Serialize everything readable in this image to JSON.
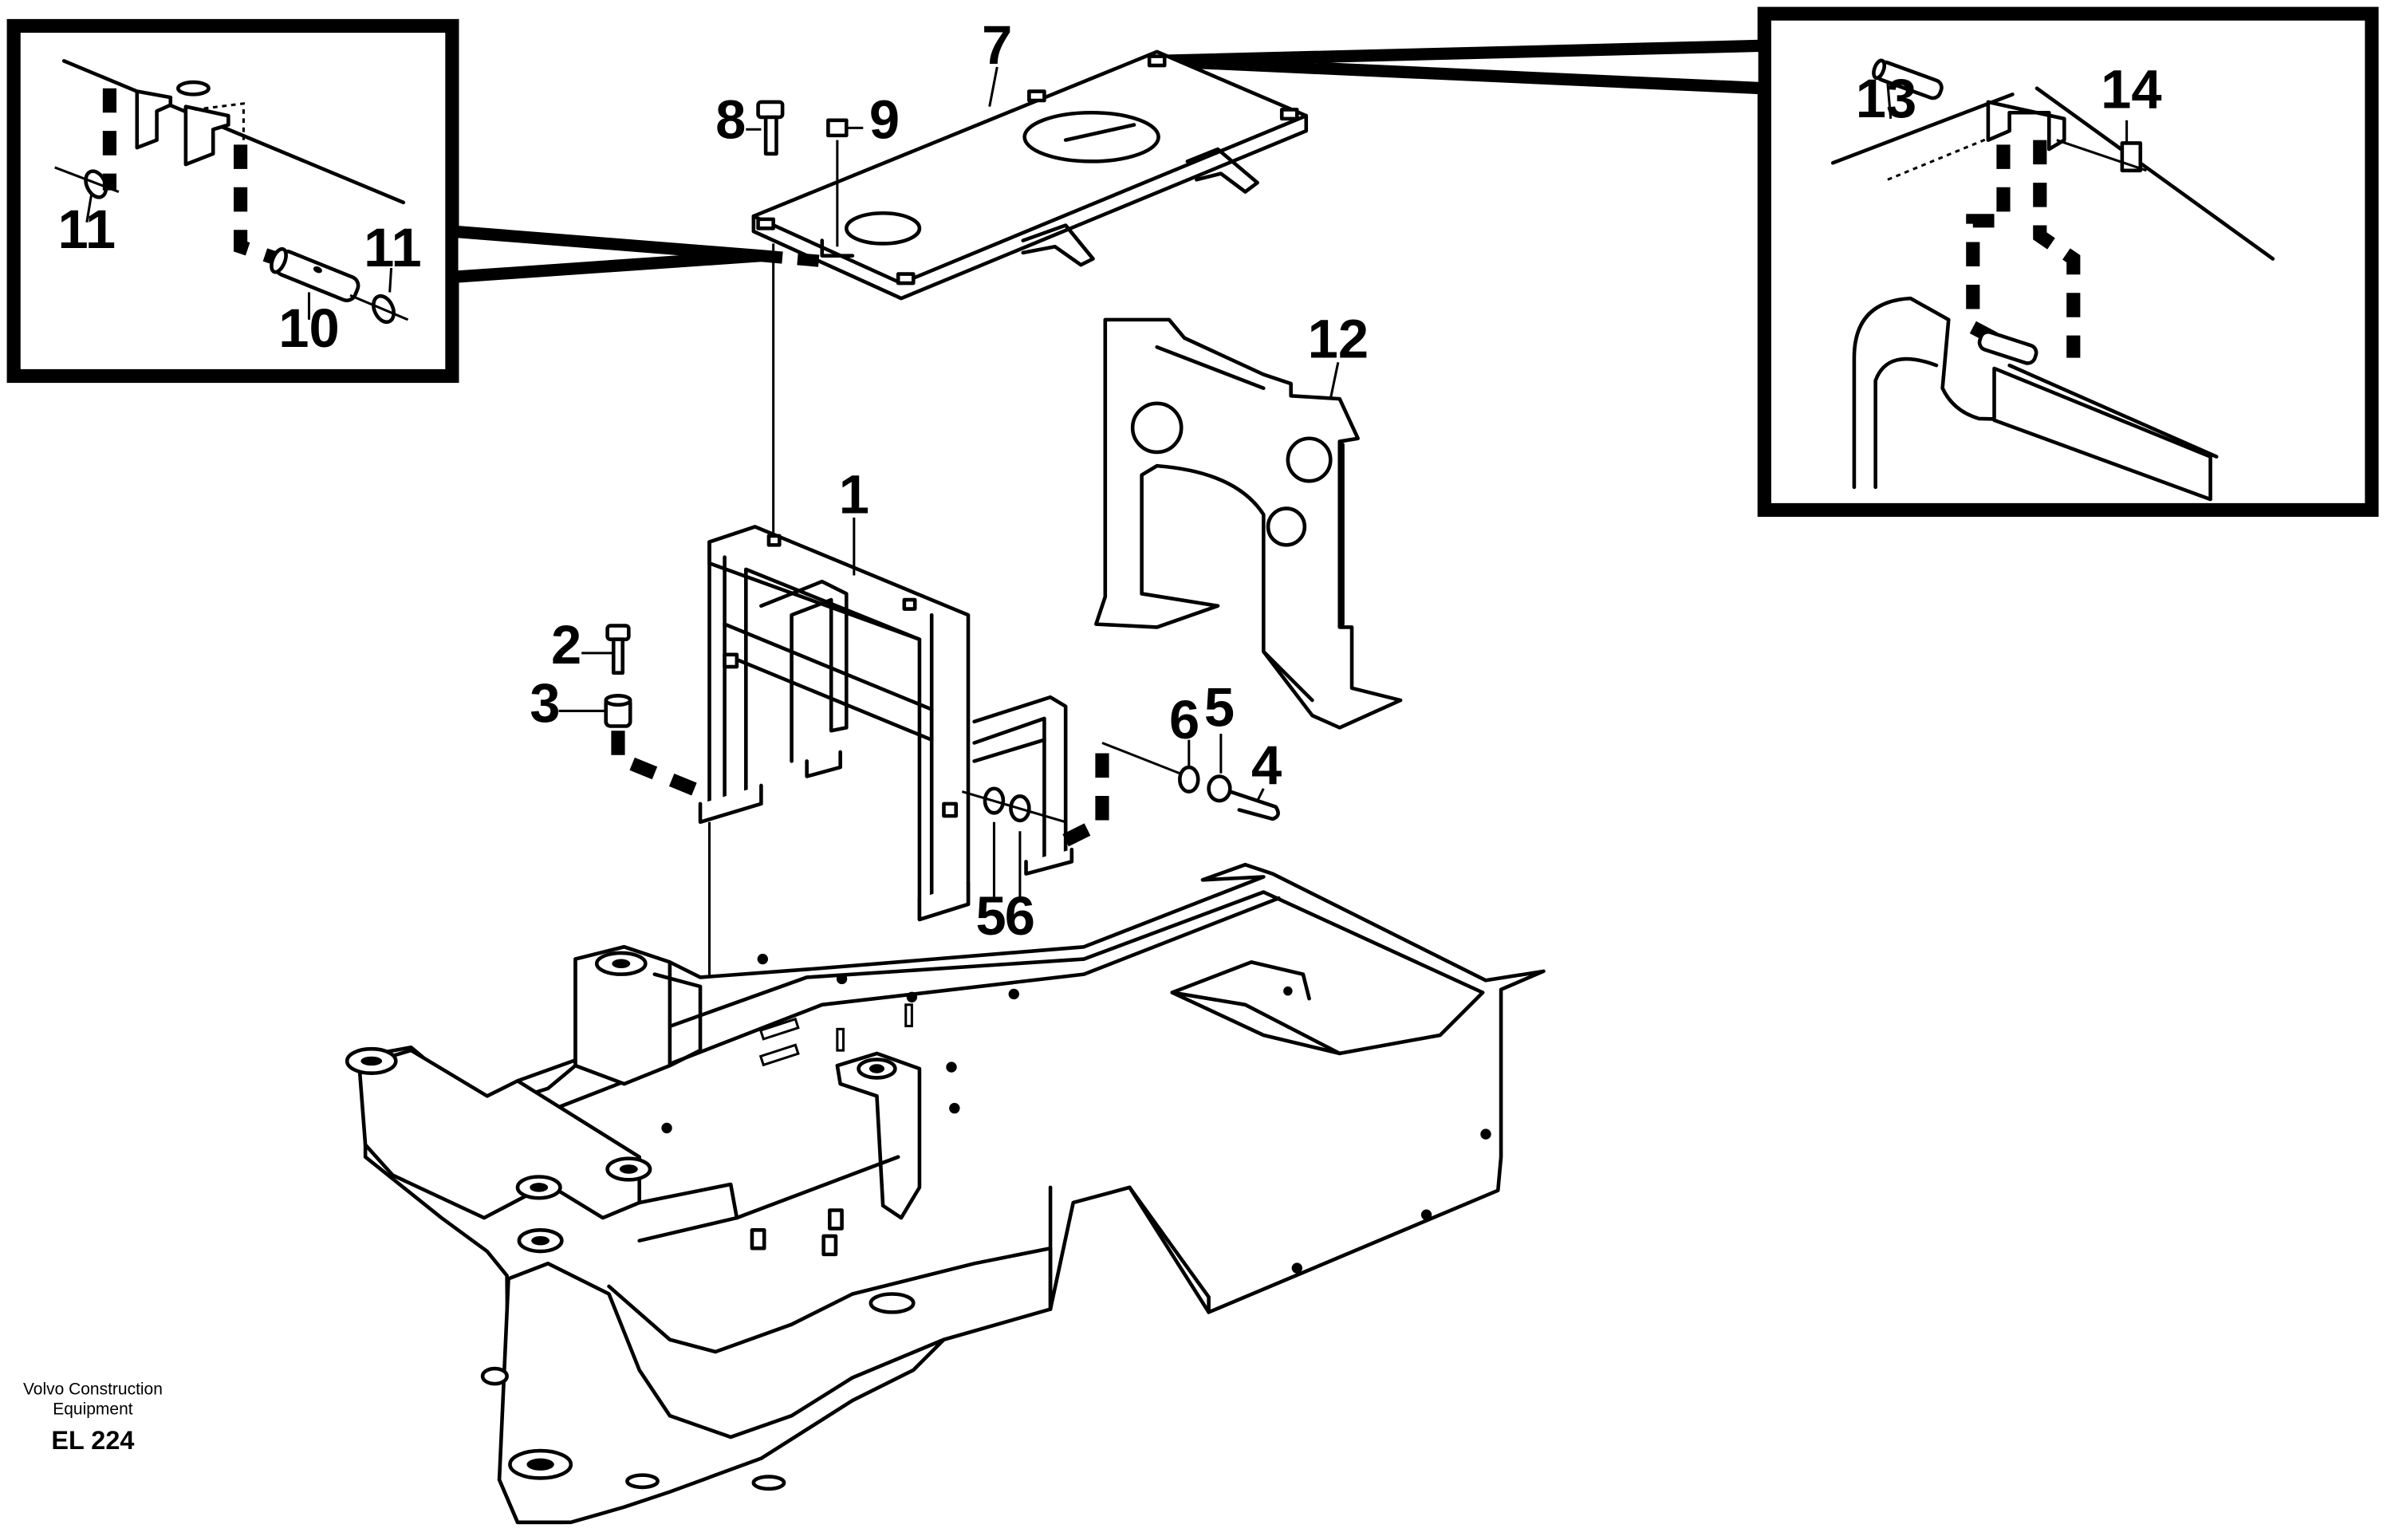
{
  "callouts": {
    "c1": "1",
    "c2": "2",
    "c3": "3",
    "c4": "4",
    "c5a": "5",
    "c5b": "5",
    "c6a": "6",
    "c6b": "6",
    "c7": "7",
    "c8": "8",
    "c9": "9",
    "c10": "10",
    "c11a": "11",
    "c11b": "11",
    "c12": "12",
    "c13": "13",
    "c14": "14"
  },
  "footer": {
    "line1": "Volvo Construction",
    "line2": "Equipment",
    "code": "EL 224"
  }
}
